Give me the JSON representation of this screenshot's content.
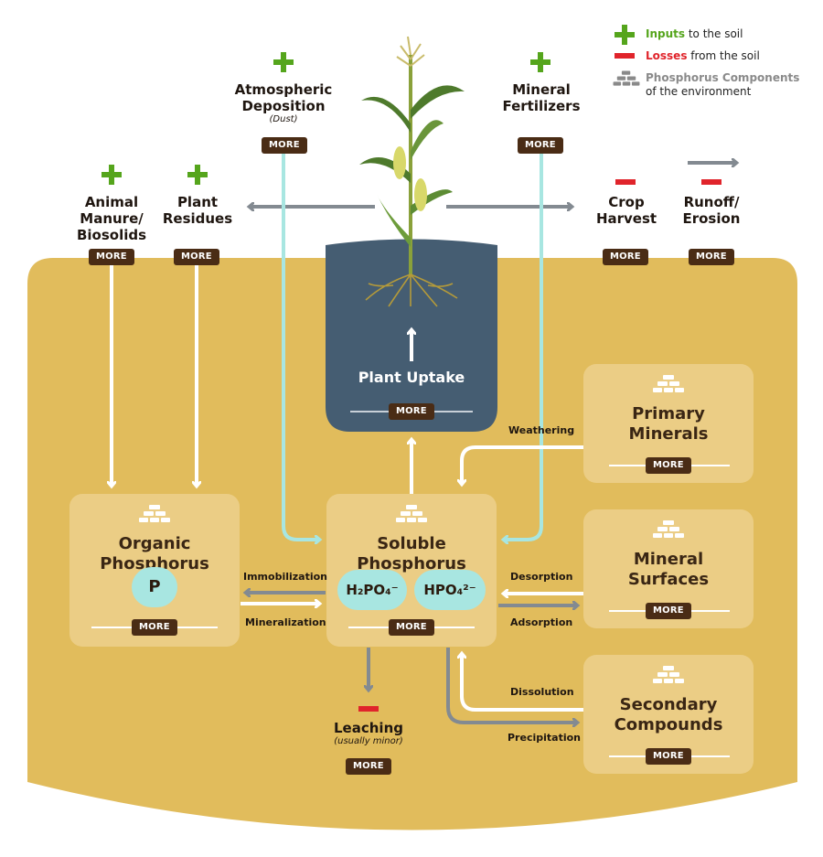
{
  "legend": {
    "inputs": {
      "keyword": "Inputs",
      "rest": " to the soil",
      "color": "#55a51c"
    },
    "losses": {
      "keyword": "Losses",
      "rest": " from the soil",
      "color": "#e0242b"
    },
    "components": {
      "keyword": "Phosphorus Components",
      "rest": "of the environment",
      "color": "#8a8a8a"
    }
  },
  "more_label": "MORE",
  "inputs": {
    "atmospheric": {
      "line1": "Atmospheric",
      "line2": "Deposition",
      "note": "(Dust)"
    },
    "mineral_fertilizers": {
      "line1": "Mineral",
      "line2": "Fertilizers"
    },
    "animal_manure": {
      "line1": "Animal",
      "line2": "Manure/",
      "line3": "Biosolids"
    },
    "plant_residues": {
      "line1": "Plant",
      "line2": "Residues"
    }
  },
  "losses": {
    "crop_harvest": {
      "line1": "Crop",
      "line2": "Harvest"
    },
    "runoff": {
      "line1": "Runoff/",
      "line2": "Erosion"
    },
    "leaching": {
      "line1": "Leaching",
      "note": "(usually minor)"
    }
  },
  "plant_uptake": {
    "title": "Plant Uptake"
  },
  "components": {
    "organic": {
      "line1": "Organic",
      "line2": "Phosphorus",
      "symbol": "P"
    },
    "soluble": {
      "line1": "Soluble",
      "line2": "Phosphorus",
      "ion1": "H₂PO₄⁻",
      "ion2": "HPO₄²⁻"
    },
    "primary": {
      "line1": "Primary",
      "line2": "Minerals"
    },
    "surfaces": {
      "line1": "Mineral",
      "line2": "Surfaces"
    },
    "secondary": {
      "line1": "Secondary",
      "line2": "Compounds"
    }
  },
  "processes": {
    "immobilization": "Immobilization",
    "mineralization": "Mineralization",
    "weathering": "Weathering",
    "desorption": "Desorption",
    "adsorption": "Adsorption",
    "dissolution": "Dissolution",
    "precipitation": "Precipitation"
  },
  "colors": {
    "soil": "#e1bc5c",
    "box": "#ebcd85",
    "uptake": "#455d72",
    "more_button": "#4a2c15",
    "teal": "#a8e6e1",
    "gray_arrow": "#838a91",
    "input_green": "#55a51c",
    "loss_red": "#e0242b"
  }
}
